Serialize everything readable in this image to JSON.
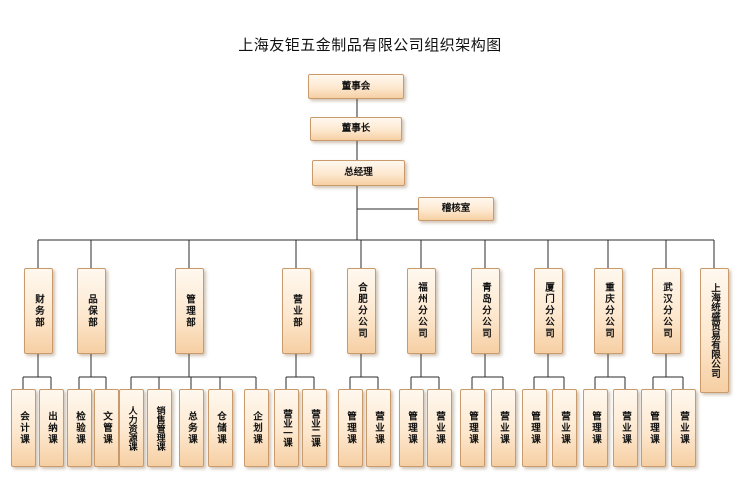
{
  "title": "上海友钜五金制品有限公司组织架构图",
  "top": {
    "board": "董事会",
    "chairman": "董事长",
    "gm": "总经理",
    "audit": "稽核室"
  },
  "departments": [
    {
      "label": "财务部",
      "subs": [
        "会计课",
        "出纳课"
      ]
    },
    {
      "label": "品保部",
      "subs": [
        "检验课",
        "文管课"
      ]
    },
    {
      "label": "管理部",
      "subs": [
        "人力资源课",
        "销售管理课",
        "总务课",
        "仓储课",
        "企划课"
      ]
    },
    {
      "label": "营业部",
      "subs": [
        "营业一课",
        "营业二课"
      ]
    },
    {
      "label": "合肥分公司",
      "subs": [
        "管理课",
        "营业课"
      ]
    },
    {
      "label": "福州分公司",
      "subs": [
        "管理课",
        "营业课"
      ]
    },
    {
      "label": "青岛分公司",
      "subs": [
        "管理课",
        "营业课"
      ]
    },
    {
      "label": "厦门分公司",
      "subs": [
        "管理课",
        "营业课"
      ]
    },
    {
      "label": "重庆分公司",
      "subs": [
        "管理课",
        "营业课"
      ]
    },
    {
      "label": "武汉分公司",
      "subs": [
        "管理课",
        "营业课"
      ]
    },
    {
      "label": "上海统盛贸易有限公司",
      "subs": []
    }
  ],
  "line_color": "#2b2b2b"
}
